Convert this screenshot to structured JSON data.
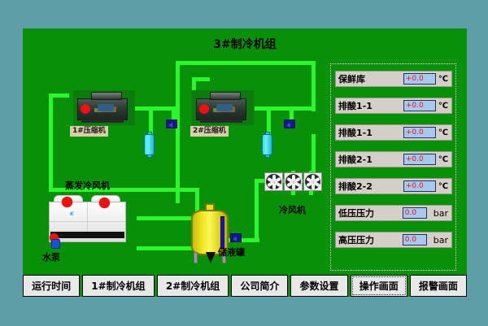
{
  "screen": {
    "title": "3#制冷机组",
    "frame_color": "#5fa0a8",
    "panel_color": "#089108",
    "pipe_color": "#2cf62c"
  },
  "equipment": {
    "compressor1_label": "1#压缩机",
    "compressor2_label": "2#压缩机",
    "evaporative_cooler_label": "蒸发冷风机",
    "water_pump_label": "水泵",
    "receiver_tank_label": "储液罐",
    "condenser_fans_label": "冷风机"
  },
  "readout": {
    "rows": [
      {
        "label": "保鲜库",
        "value": "+0.0",
        "unit": "℃",
        "kind": "temp"
      },
      {
        "label": "排酸1-1",
        "value": "+0.0",
        "unit": "℃",
        "kind": "temp"
      },
      {
        "label": "排酸1-1",
        "value": "+0.0",
        "unit": "℃",
        "kind": "temp"
      },
      {
        "label": "排酸2-1",
        "value": "+0.0",
        "unit": "℃",
        "kind": "temp"
      },
      {
        "label": "排酸2-2",
        "value": "+0.0",
        "unit": "℃",
        "kind": "temp"
      },
      {
        "label": "低压压力",
        "value": "0.0",
        "unit": "bar",
        "kind": "press"
      },
      {
        "label": "高压压力",
        "value": "0.0",
        "unit": "bar",
        "kind": "press"
      }
    ]
  },
  "buttons": [
    {
      "label": "运行时间",
      "focused": false
    },
    {
      "label": "1#制冷机组",
      "focused": false
    },
    {
      "label": "2#制冷机组",
      "focused": false
    },
    {
      "label": "公司简介",
      "focused": false
    },
    {
      "label": "参数设置",
      "focused": false
    },
    {
      "label": "操作画面",
      "focused": true
    },
    {
      "label": "报警画面",
      "focused": false
    }
  ]
}
